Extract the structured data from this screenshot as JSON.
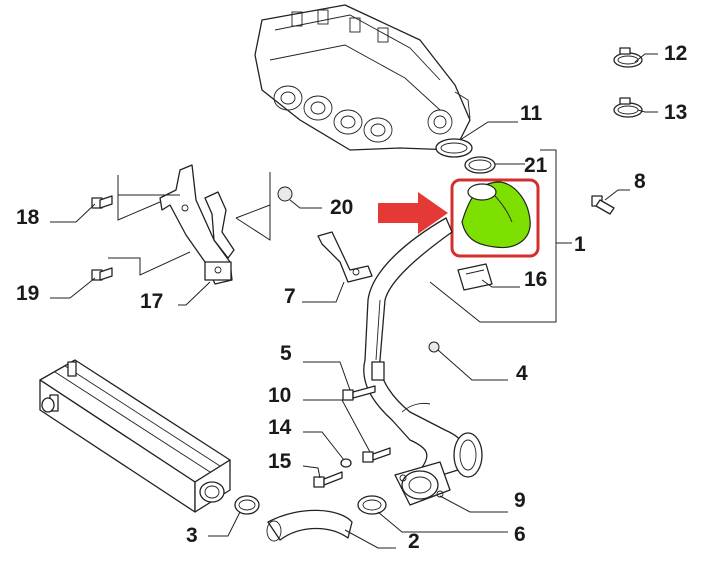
{
  "diagram": {
    "callouts": [
      "1",
      "2",
      "3",
      "4",
      "5",
      "6",
      "7",
      "8",
      "9",
      "10",
      "11",
      "12",
      "13",
      "14",
      "15",
      "16",
      "17",
      "18",
      "19",
      "20",
      "21"
    ]
  },
  "colors": {
    "highlight_part": "#7ee000",
    "highlight_box": "#d32f2f",
    "arrow": "#e53935",
    "line": "#222222"
  }
}
